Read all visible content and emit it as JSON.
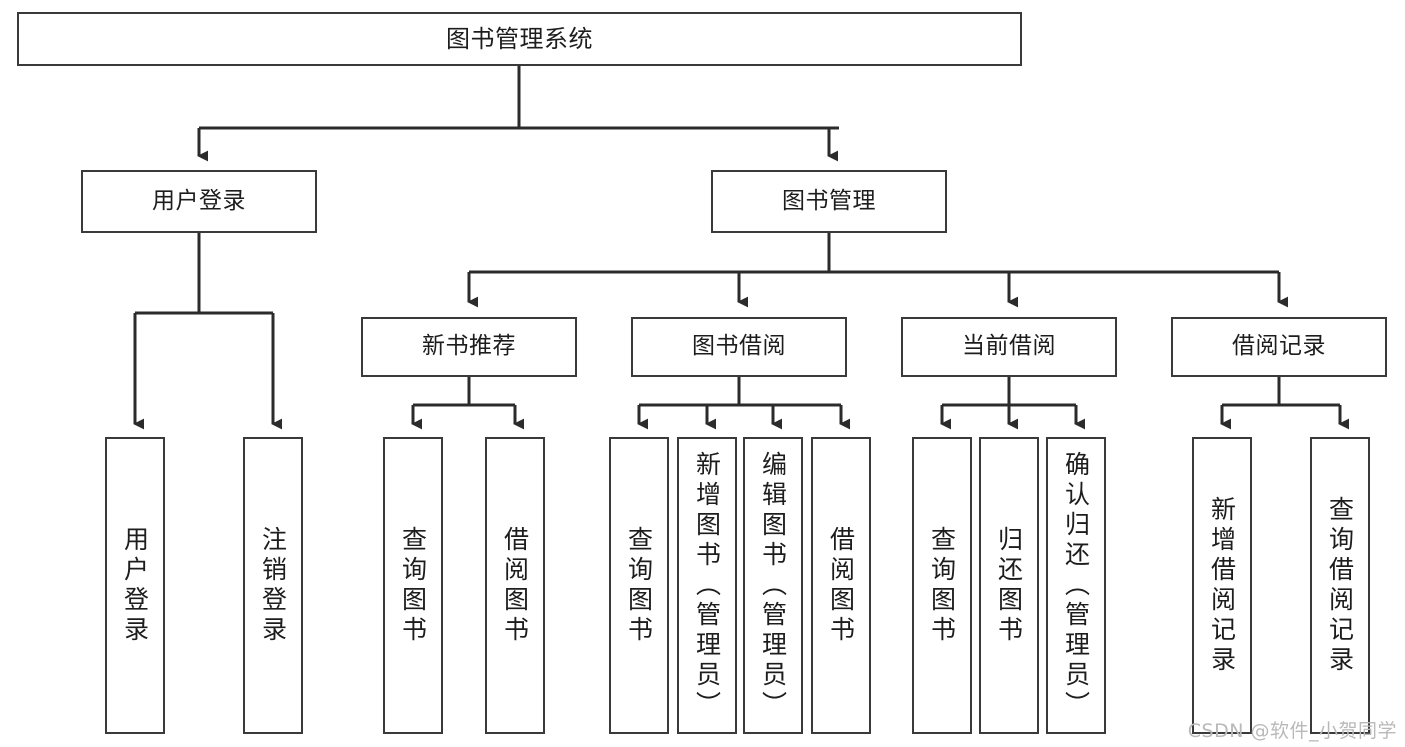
{
  "diagram": {
    "type": "tree-hierarchy",
    "title": "图书管理系统",
    "colors": {
      "box_border": "#3a3a3a",
      "box_fill": "#ffffff",
      "edge": "#2b2b2b",
      "text": "#1d1d1d",
      "watermark": "#b9b9b9",
      "background": "#ffffff"
    },
    "root": {
      "id": "root",
      "label": "图书管理系统"
    },
    "level2": [
      {
        "id": "user-login",
        "label": "用户登录"
      },
      {
        "id": "book-manage",
        "label": "图书管理"
      }
    ],
    "level3": [
      {
        "id": "new-book-rec",
        "label": "新书推荐",
        "parent": "book-manage"
      },
      {
        "id": "book-borrow",
        "label": "图书借阅",
        "parent": "book-manage"
      },
      {
        "id": "current-borrow",
        "label": "当前借阅",
        "parent": "book-manage"
      },
      {
        "id": "borrow-record",
        "label": "借阅记录",
        "parent": "book-manage"
      }
    ],
    "leaves": [
      {
        "id": "leaf-user-login",
        "label": "用户登录",
        "parent": "user-login"
      },
      {
        "id": "leaf-logout",
        "label": "注销登录",
        "parent": "user-login"
      },
      {
        "id": "leaf-query-book-1",
        "label": "查询图书",
        "parent": "new-book-rec"
      },
      {
        "id": "leaf-borrow-book-1",
        "label": "借阅图书",
        "parent": "new-book-rec"
      },
      {
        "id": "leaf-query-book-2",
        "label": "查询图书",
        "parent": "book-borrow"
      },
      {
        "id": "leaf-add-book",
        "label": "新增图书（管理员）",
        "parent": "book-borrow"
      },
      {
        "id": "leaf-edit-book",
        "label": "编辑图书（管理员）",
        "parent": "book-borrow"
      },
      {
        "id": "leaf-borrow-book-2",
        "label": "借阅图书",
        "parent": "book-borrow"
      },
      {
        "id": "leaf-query-book-3",
        "label": "查询图书",
        "parent": "current-borrow"
      },
      {
        "id": "leaf-return-book",
        "label": "归还图书",
        "parent": "current-borrow"
      },
      {
        "id": "leaf-confirm-return",
        "label": "确认归还（管理员）",
        "parent": "current-borrow"
      },
      {
        "id": "leaf-add-record",
        "label": "新增借阅记录",
        "parent": "borrow-record"
      },
      {
        "id": "leaf-query-record",
        "label": "查询借阅记录",
        "parent": "borrow-record"
      }
    ]
  },
  "watermark": {
    "text": "CSDN @软件_小贺同学"
  }
}
